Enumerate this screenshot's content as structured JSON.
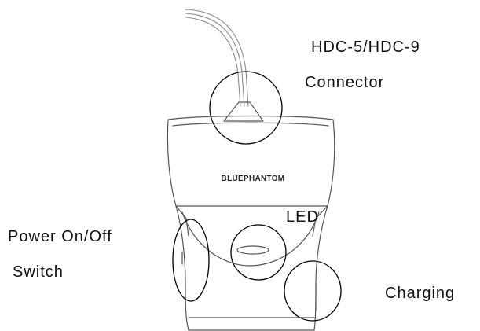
{
  "device": {
    "brand": "BLUEPHANTOM"
  },
  "callouts": {
    "connector": {
      "line1": "HDC-5/HDC-9",
      "line2": "Connector"
    },
    "led": {
      "label": "LED"
    },
    "power_switch": {
      "line1": "Power On/Off",
      "line2": "Switch"
    },
    "charging": {
      "label": "Charging"
    }
  },
  "colors": {
    "outline": "#555555",
    "callout_stroke": "#000000",
    "text": "#111111",
    "background": "#ffffff"
  }
}
